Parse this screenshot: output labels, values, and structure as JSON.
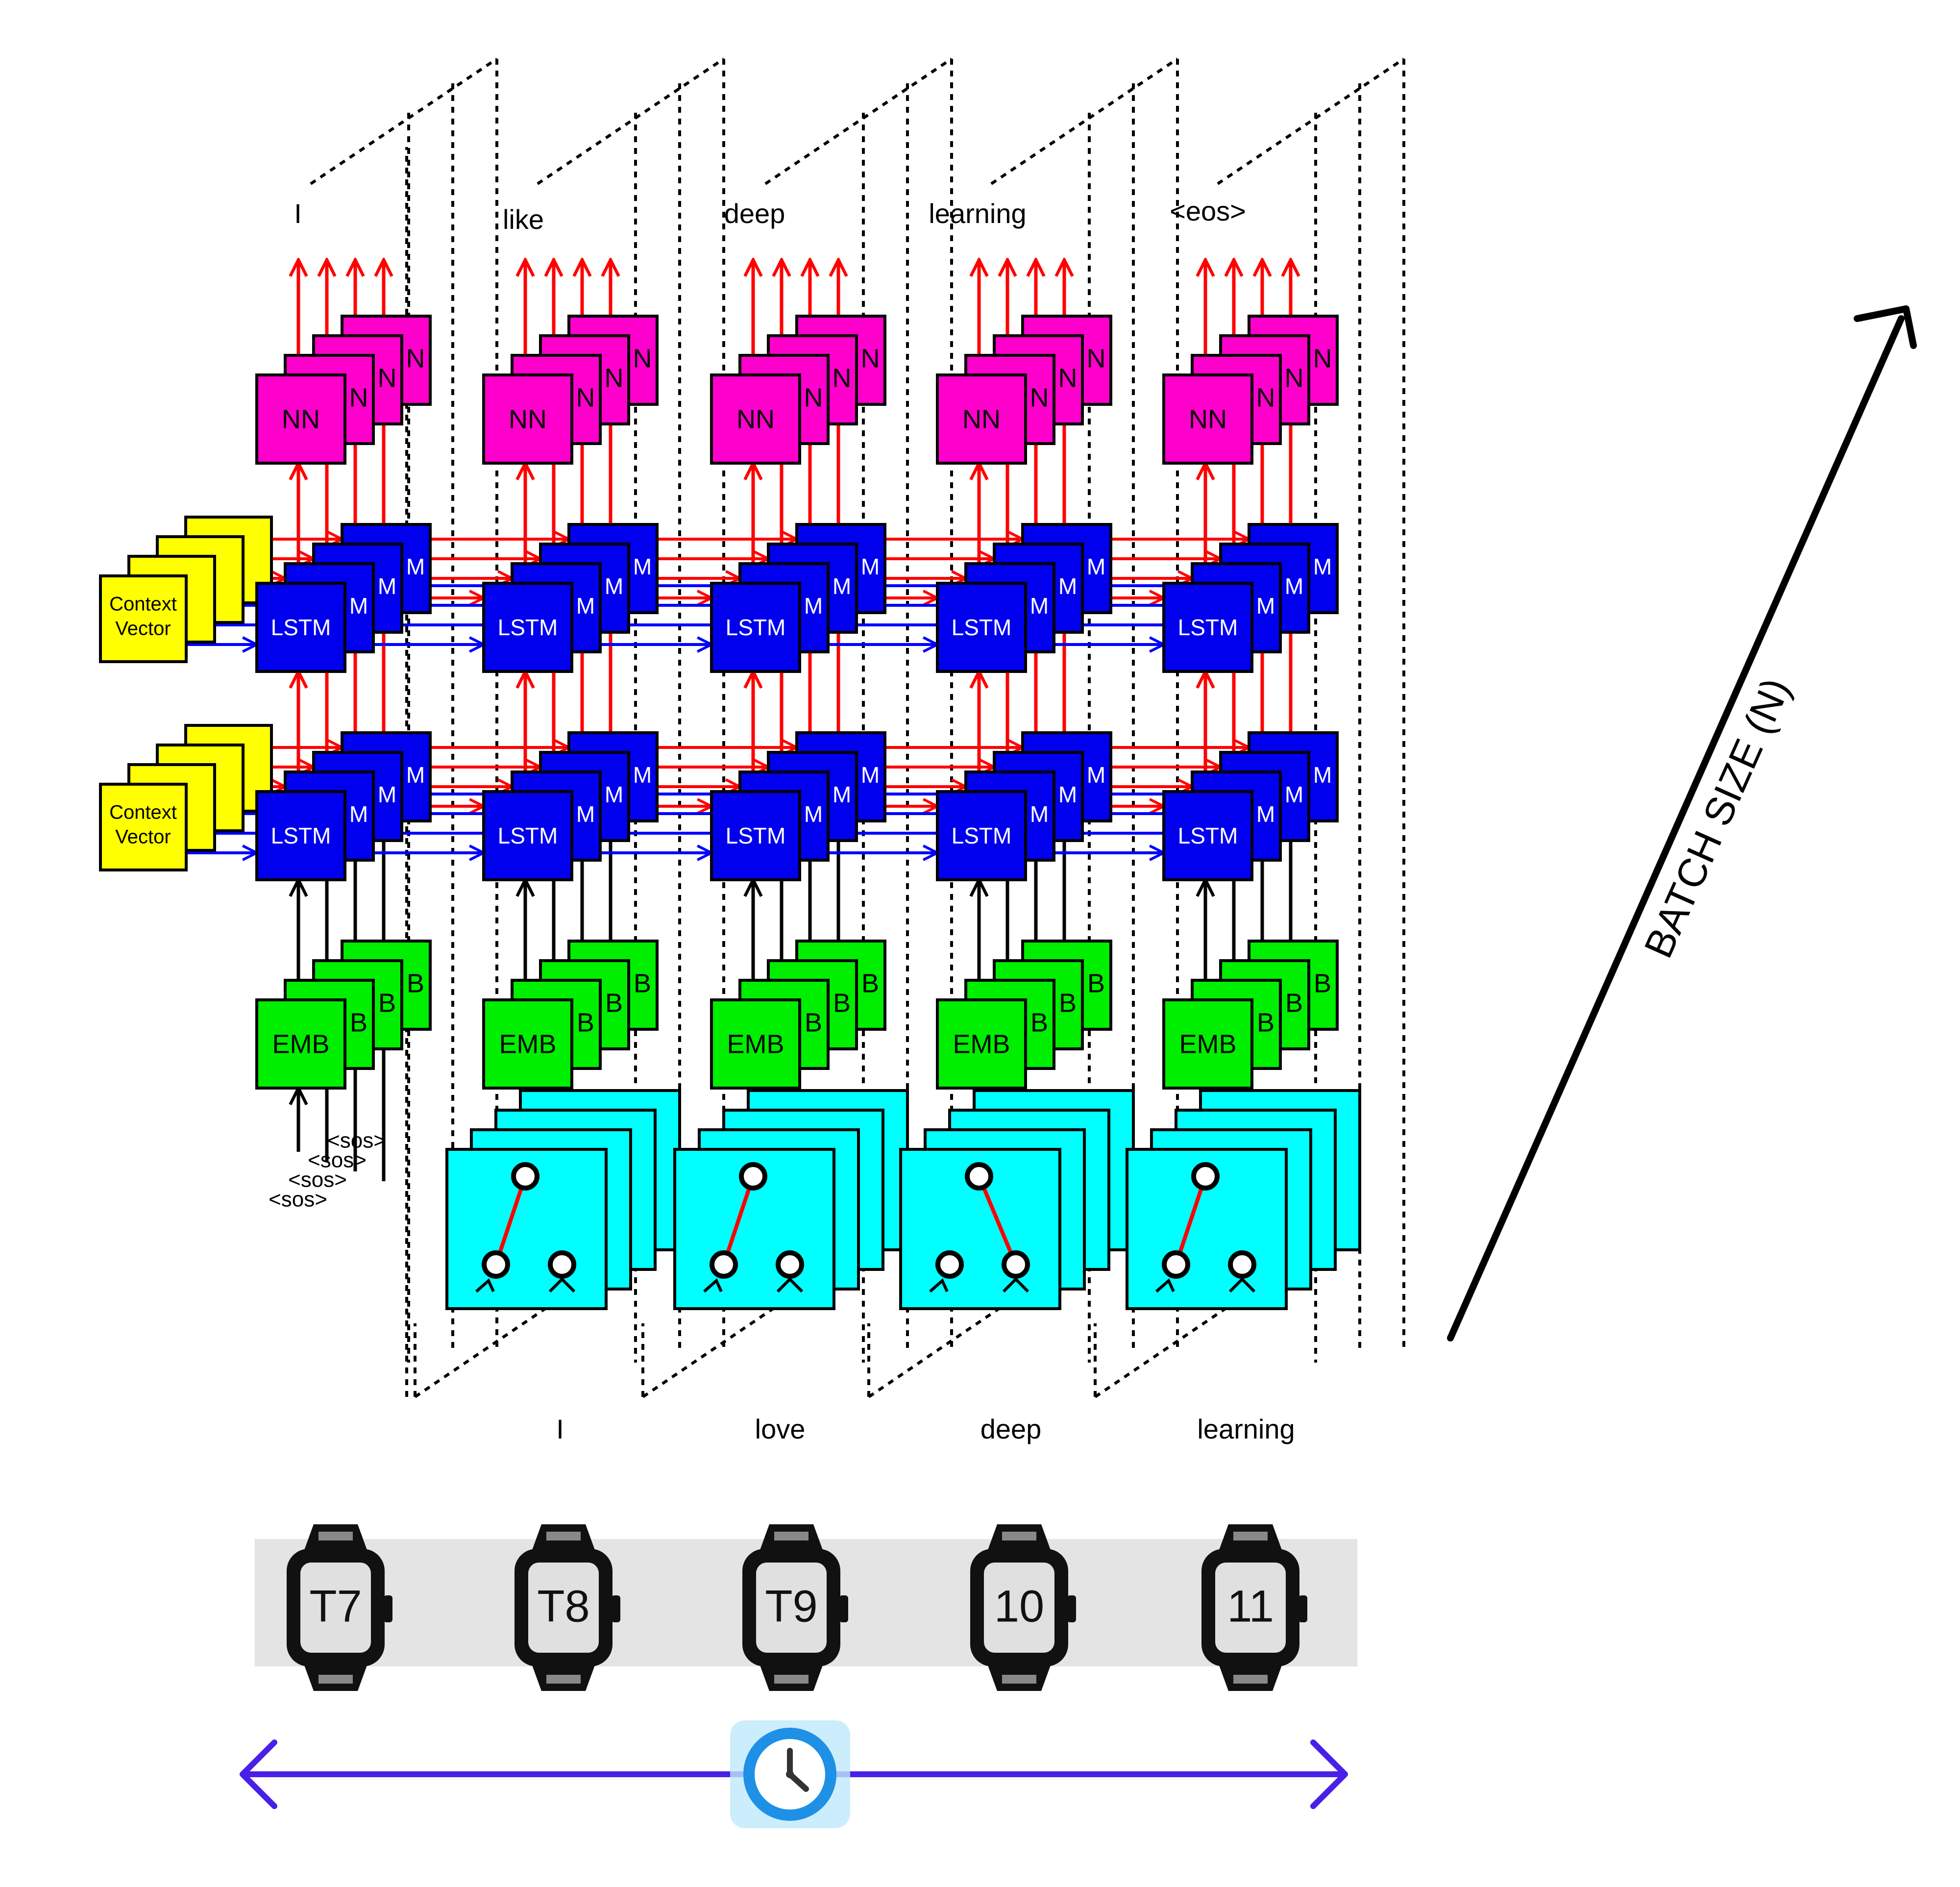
{
  "output_words": [
    "I",
    "like",
    "deep",
    "learning",
    "<eos>"
  ],
  "input_words": [
    "I",
    "love",
    "deep",
    "learning"
  ],
  "sos_labels": [
    "<sos>",
    "<sos>",
    "<sos>",
    "<sos>"
  ],
  "box_labels": {
    "nn": "NN",
    "lstm": "LSTM",
    "emb": "EMB",
    "context_line1": "Context",
    "context_line2": "Vector"
  },
  "timesteps": [
    "T7",
    "T8",
    "T9",
    "10",
    "11"
  ],
  "batch_axis_label": "BATCH SIZE (N)",
  "icons": {
    "timestep": "smartwatch-icon",
    "time_axis": "clock-icon",
    "selector": "switch-selector-icon"
  },
  "colors": {
    "nn": "#ff00cc",
    "lstm": "#0000ee",
    "emb": "#00ee00",
    "context": "#ffff00",
    "selector": "#00ffff",
    "recurrent_hidden": "#ff0000",
    "recurrent_cell": "#0000ff",
    "time_axis": "#4a1fe8",
    "timeline_band": "#e4e4e4",
    "watch_body": "#111111",
    "watch_face": "#e0e0e0"
  },
  "selector_switch_positions": [
    "left",
    "left",
    "right",
    "left"
  ]
}
